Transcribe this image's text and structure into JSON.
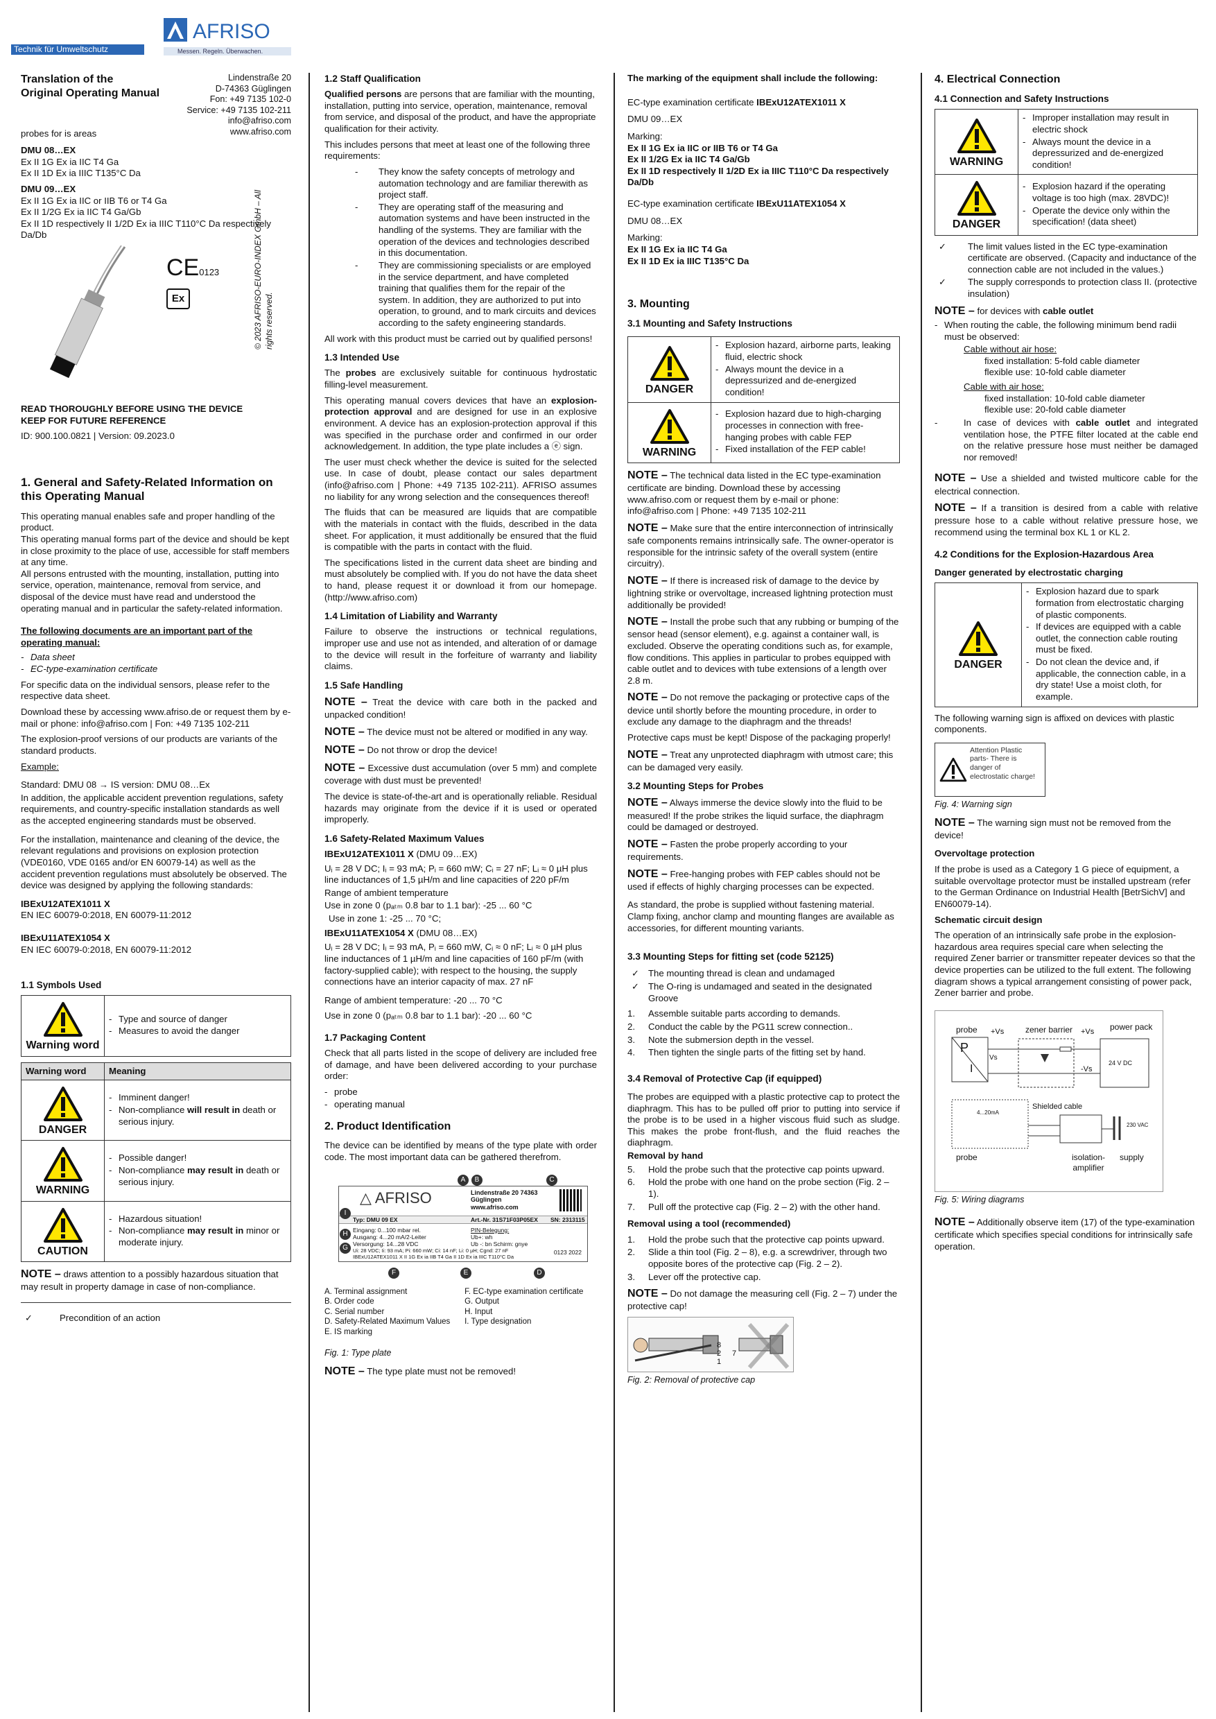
{
  "brand": {
    "name": "AFRISO",
    "tagline": "Technik für Umweltschutz",
    "slogan": "Messen. Regeln. Überwachen."
  },
  "c1": {
    "title1": "Translation of the",
    "title2": "Original Operating Manual",
    "addr": [
      "Lindenstraße 20",
      "D-74363 Güglingen",
      "Fon: +49 7135 102-0",
      "Service: +49 7135 102-211",
      "info@afriso.com",
      "www.afriso.com"
    ],
    "probes": "probes for is areas",
    "dmu08": "DMU 08…EX",
    "dmu08_l1": "Ex II 1G Ex ia IIC T4 Ga",
    "dmu08_l2": "Ex II 1D Ex ia IIIC T135°C Da",
    "dmu09": "DMU 09…EX",
    "dmu09_l1": "Ex II 1G Ex ia IIC or IIB T6 or T4 Ga",
    "dmu09_l2": "Ex II 1/2G Ex ia IIC T4 Ga/Gb",
    "dmu09_l3": "Ex II 1D respectively II 1/2D Ex ia IIIC T110°C Da respectively Da/Db",
    "ce": "CE",
    "ce_no": "0123",
    "ex": "Ex",
    "copyright": "© 2023 AFRISO-EURO-INDEX GmbH – All rights reserved.",
    "read1": "READ THOROUGHLY BEFORE USING THE DEVICE",
    "read2": "KEEP FOR FUTURE REFERENCE",
    "id": "ID: 900.100.0821 | Version: 09.2023.0",
    "h1": "1. General and Safety-Related Information on this Operating Manual",
    "p1": "This operating manual enables safe and proper handling of the product.",
    "p2": "This operating manual forms part of the device and should be kept in close proximity to the place of use, accessible for staff members at any time.",
    "p3": "All persons entrusted with the mounting, installation, putting into service, operation, maintenance, removal from service, and disposal of the device must have read and understood the operating manual and in particular the safety-related information.",
    "docs_a": "The following documents",
    "docs_b": " are an important part of the operating manual:",
    "doc1": "Data sheet",
    "doc2": "EC-type-examination certificate",
    "p4": "For specific data on the individual sensors, please refer to the respective data sheet.",
    "p5": "Download these by accessing www.afriso.de or request them by e-mail or phone: info@afriso.com | Fon:  +49 7135 102-211",
    "p6": "The explosion-proof versions of our products are variants of the standard products.",
    "example": "Example:",
    "standard": "Standard: DMU 08 → IS  version: DMU 08…Ex",
    "p7": "In addition, the applicable accident prevention regulations, safety requirements, and country-specific installation standards as well as the accepted engineering standards must be observed.",
    "p8": "For the installation, maintenance and cleaning of the device, the relevant regulations and provisions on explosion protection (VDE0160, VDE 0165 and/or EN 60079-14) as well as the accident prevention regulations must absolutely be observed. The device was designed by applying the following standards:",
    "s1": "IBExU12ATEX1011 X",
    "s1b": "EN IEC 60079-0:2018, EN 60079-11:2012",
    "s2": "IBExU11ATEX1054 X",
    "s2b": "EN IEC 60079-0:2018, EN 60079-11:2012",
    "h11": "1.1 Symbols Used",
    "ww": "Warning word",
    "ww_1": "Type and source of danger",
    "ww_2": "Measures to avoid the danger",
    "th1": "Warning word",
    "th2": "Meaning",
    "danger": "DANGER",
    "danger_1": "Imminent danger!",
    "danger_2a": "Non-compliance ",
    "danger_2b": "will result in",
    "danger_2c": " death or serious injury.",
    "warning": "WARNING",
    "warning_1": "Possible danger!",
    "warning_2a": "Non-compliance ",
    "warning_2b": "may result in",
    "warning_2c": " death or serious injury.",
    "caution": "CAUTION",
    "caution_1": "Hazardous situation!",
    "caution_2a": "Non-compliance ",
    "caution_2b": "may result in",
    "caution_2c": " minor or moderate injury.",
    "note_k": "NOTE –",
    "note": " draws attention to a possibly hazardous situation that may result in property damage in case of non-compliance.",
    "precond": "Precondition of an action"
  },
  "c2": {
    "h12": "1.2 Staff Qualification",
    "qa": "Qualified persons",
    "qb": " are persons that are familiar with the mounting, installation, putting into service, operation, maintenance, removal from service, and disposal of the product, and have the appropriate qualification for their activity.",
    "q2": "This includes persons that meet at least one of the following three requirements:",
    "r1": "They know the safety concepts of metrology and automation technology and are familiar therewith as project staff.",
    "r2": "They are operating staff of the measuring and automation systems and have been instructed in the handling of the systems. They are familiar with the operation of the devices and technologies described in this documentation.",
    "r3": "They are commissioning specialists or are employed in the service department, and have completed training that qualifies them for the repair of the system. In addition, they are authorized to put into operation, to ground, and to mark circuits and devices according to the safety engineering standards.",
    "q3": "All work with this product must be carried out by qualified persons!",
    "h13": "1.3 Intended Use",
    "i1a": "The ",
    "i1b": "probes",
    "i1c": " are exclusively suitable for continuous hydrostatic filling-level measurement.",
    "i2a": "This operating manual covers devices that have an ",
    "i2b": "explosion-protection approval",
    "i2c": " and are designed for use in an explosive environment. A device has an explosion-protection approval if this was specified in the purchase order and confirmed in our order acknowledgement. In addition, the type plate includes a ⓔ sign.",
    "i3": "The user must check whether the device is suited for the selected use. In case of doubt, please contact our sales department (info@afriso.com | Phone: +49 7135 102-211). AFRISO assumes no liability for any wrong selection and the consequences thereof!",
    "i4": "The fluids that can be measured are liquids that are compatible with the materials in contact with the fluids, described in the data sheet. For application, it must additionally be ensured that the fluid is compatible with the parts in contact with the fluid.",
    "i5": "The specifications listed in the current data sheet are binding and must absolutely be complied with. If you do not have the data sheet to hand, please request it or download it from our homepage. (http://www.afriso.com)",
    "h14": "1.4 Limitation of Liability and Warranty",
    "l1": "Failure to observe the instructions or technical regulations, improper use and use not as intended, and alteration of or damage to the device will result in the forfeiture of warranty and liability claims.",
    "h15": "1.5 Safe Handling",
    "nk": "NOTE –",
    "n1": " Treat the device with care both in the packed and unpacked condition!",
    "n2": " The device must not be altered or modified in any way.",
    "n3": " Do not throw or drop the device!",
    "n4": " Excessive dust accumulation (over 5 mm) and complete coverage with dust must be prevented!",
    "s1": "The device is state-of-the-art and is operationally reliable. Residual hazards may originate from the device if it is used or operated improperly.",
    "h16": "1.6 Safety-Related Maximum Values",
    "m1a": "IBExU12ATEX1011 X",
    "m1b": " (DMU 09…EX)",
    "m1c": "Uᵢ = 28 V DC; Iᵢ = 93 mA; Pᵢ = 660 mW; Cᵢ = 27 nF; Lᵢ ≈ 0 µH plus line inductances of 1,5 µH/m and line capacities of 220 pF/m",
    "m1d": "Range of ambient temperature",
    "m1e": "Use in zone 0 (pₐₜₘ 0.8 bar to 1.1 bar): -25 ... 60 °C",
    "m1f": "Use in zone 1: -25 ... 70 °C;",
    "m2a": "IBExU11ATEX1054 X",
    "m2b": " (DMU 08…EX)",
    "m2c": "Uᵢ = 28 V DC; Iᵢ = 93 mA, Pᵢ = 660 mW, Cᵢ ≈ 0 nF; Lᵢ ≈ 0 µH  plus line inductances of 1 µH/m and line capacities of 160 pF/m (with factory-supplied cable); with respect to the housing, the supply connections have an interior capacity of max. 27 nF",
    "m2d": "Range of ambient temperature: -20 ... 70 °C",
    "m2e": "Use in zone 0 (pₐₜₘ 0.8 bar to 1.1 bar): -20 ... 60 °C",
    "h17": "1.7 Packaging Content",
    "pk1": "Check that all parts listed in the scope of delivery are included free of damage, and have been delivered according to your purchase order:",
    "pk2": "probe",
    "pk3": "operating manual",
    "h2": "2. Product Identification",
    "pi1": "The device can be identified by means of the type plate with order code. The most important data can be gathered therefrom.",
    "tp": {
      "addr": "Lindenstraße 20 74363 Güglingen www.afriso.com",
      "typ": "Typ: DMU 09 EX",
      "art": "Art.-Nr. 31S71F03P05EX",
      "sn": "SN: 2313115",
      "l1": "Eingang:    0...100 mbar rel.",
      "l2": "Ausgang:    4...20 mA/2-Leiter",
      "l3": "Versorgung: 14...28 VDC",
      "l4": "Ui: 28 VDC; Ii: 93 mA; Pi: 660 mW; Ci: 14 nF; Li: 0 µH; Cgnd: 27 nF",
      "l5": "IBExU12ATEX1011 X  II 1G Ex ia IIB T4 Ga  II 1D Ex ia IIIC T110°C Da",
      "pin": "PIN-Belegung:",
      "p1": "Ub+: wh",
      "p2": "Ub -: bn   Schirm: gnye",
      "year": "0123  2022",
      "A": "A",
      "B": "B",
      "C": "C",
      "D": "D",
      "E": "E",
      "F": "F",
      "H": "H",
      "I": "I",
      "G": "G"
    },
    "legend": [
      [
        "A. Terminal assignment",
        "F. EC-type examination certificate"
      ],
      [
        "B. Order code",
        "G. Output"
      ],
      [
        "C. Serial number",
        "H. Input"
      ],
      [
        "D. Safety-Related Maximum Values",
        "I.  Type designation"
      ],
      [
        "E. IS marking",
        ""
      ]
    ],
    "fig1": "Fig. 1: Type plate",
    "n5": " The type plate must not be removed!"
  },
  "c3": {
    "mk": "The marking of the equipment shall include the following:",
    "ec1a": "EC-type examination certificate ",
    "ec1b": "IBExU12ATEX1011 X",
    "dmu09": "DMU 09…EX",
    "marking": "Marking:",
    "k1": "Ex II 1G Ex ia IIC or IIB T6 or T4 Ga",
    "k2": "Ex II 1/2G Ex ia IIC T4 Ga/Gb",
    "k3": "Ex II 1D respectively II 1/2D Ex ia IIIC T110°C Da respectively Da/Db",
    "ec2a": "EC-type examination certificate ",
    "ec2b": "IBExU11ATEX1054 X",
    "dmu08": "DMU 08…EX",
    "k4": "Ex II 1G Ex ia IIC T4 Ga",
    "k5": "Ex II 1D Ex ia IIIC T135°C Da",
    "h3": "3. Mounting",
    "h31": "3.1 Mounting and Safety Instructions",
    "danger": "DANGER",
    "d1": "Explosion hazard, airborne parts, leaking fluid, electric shock",
    "d2": "Always mount the device in a depressurized and de-energized condition!",
    "warning": "WARNING",
    "w1": "Explosion hazard due to high-charging processes in connection with free-hanging probes with cable FEP",
    "w2": "Fixed installation of the FEP cable!",
    "nk": "NOTE –",
    "n1": " The technical data listed in the EC type-examination certificate are binding. Download these by accessing www.afriso.com or request them by e-mail or phone: info@afriso.com | Phone: +49 7135 102-211",
    "n2": " Make sure that the entire interconnection of intrinsically safe components remains intrinsically safe. The owner-operator is responsible for the intrinsic safety of the overall system (entire circuitry).",
    "n3": " If there is increased risk of damage to the device by lightning strike or overvoltage, increased lightning protection must additionally be provided!",
    "n4": " Install the probe such that any rubbing or bumping of the sensor head (sensor element), e.g. against a container wall, is excluded. Observe the operating conditions such as, for example, flow conditions. This applies in particular to probes equipped with cable outlet and to devices with tube extensions of a length over 2.8 m.",
    "n5": " Do not remove the packaging or protective caps of the device until shortly before the mounting procedure, in order to exclude any damage to the diaphragm and the threads!",
    "pc": "Protective caps must be kept! Dispose of the packaging properly!",
    "n6": " Treat any unprotected diaphragm with utmost care; this can be damaged very easily.",
    "h32": "3.2 Mounting Steps for Probes",
    "n7": " Always immerse the device slowly into the fluid to be measured! If the probe strikes the liquid surface, the diaphragm could be damaged or destroyed.",
    "n8": " Fasten the probe properly according to your requirements.",
    "n9": " Free-hanging probes with FEP cables should not be used if effects of highly charging processes can be expected.",
    "std": "As standard, the probe is supplied without fastening material. Clamp fixing, anchor clamp and mounting flanges are available as accessories, for different mounting variants.",
    "h33": "3.3 Mounting Steps for fitting set (code 52125)",
    "c1": "The mounting thread is clean and undamaged",
    "c2": "The O-ring is undamaged and seated in the designated Groove",
    "s1": "Assemble suitable parts according to demands.",
    "s2": "Conduct the cable by the PG11 screw connection..",
    "s3": "Note the submersion depth in the vessel.",
    "s4": "Then tighten the single parts of the fitting set by hand.",
    "h34": "3.4 Removal of Protective Cap (if equipped)",
    "r1": "The probes are equipped with a plastic protective cap to protect the diaphragm. This has to be pulled off prior to putting into service if the probe is to be used in a higher viscous fluid such as sludge. This makes the probe front-flush, and the fluid reaches the diaphragm.",
    "rbh": "Removal by hand",
    "r5": "Hold the probe such that the protective cap points upward.",
    "r6": "Hold the probe with one hand on the probe section (Fig. 2 – 1).",
    "r7": "Pull off the protective cap (Fig. 2 – 2) with the other hand.",
    "rtool": "Removal using a tool (recommended)",
    "t1": "Hold the probe such that the protective cap points upward.",
    "t2": "Slide a thin tool (Fig. 2 – 8), e.g. a screwdriver, through two opposite bores of the protective cap (Fig. 2 – 2).",
    "t3": "Lever off the protective cap.",
    "n10": " Do not damage the measuring cell (Fig. 2 – 7) under the protective cap!",
    "fig2": "Fig. 2: Removal of protective cap",
    "f8": "8",
    "f2": "2",
    "f1": "1",
    "f7": "7"
  },
  "c4": {
    "h4": "4. Electrical Connection",
    "h41": "4.1 Connection and Safety Instructions",
    "warning": "WARNING",
    "w1": "Improper installation may result in electric shock",
    "w2": "Always mount the device in a depressurized and de-energized condition!",
    "danger": "DANGER",
    "d1": "Explosion hazard if the operating voltage is too high (max. 28VDC)!",
    "d2": "Operate the device only within the specification! (data sheet)",
    "k1": "The limit values listed in the EC type-examination certificate are observed. (Capacity and inductance of the connection cable are not included in the values.)",
    "k2": "The supply corresponds to protection class II. (protective insulation)",
    "nk": "NOTE –",
    "n1a": " for devices with ",
    "n1b": "cable outlet",
    "bend": "When routing the cable, the following minimum bend radii must be observed:",
    "nah": "Cable without air hose:",
    "nah1": "fixed installation: 5-fold cable diameter",
    "nah2": "flexible use: 10-fold cable diameter",
    "wah": "Cable with air hose:",
    "wah1": "fixed installation: 10-fold cable diameter",
    "wah2": "flexible use: 20-fold cable diameter",
    "co_a": "In case of devices with ",
    "co_b": "cable outlet",
    "co_c": " and integrated ventilation hose, the PTFE filter located at the cable end on the relative pressure hose must neither be damaged nor removed!",
    "n2": " Use a shielded and twisted multicore cable for the electrical connection.",
    "n3": " If a transition is desired from a cable with relative pressure hose to a cable without relative pressure hose, we recommend using the terminal box KL 1 or KL 2.",
    "h42": "4.2 Conditions for the Explosion-Hazardous Area",
    "esd": "Danger generated by electrostatic charging",
    "danger2": "DANGER",
    "e1": "Explosion hazard due to spark formation from electrostatic charging of plastic components.",
    "e2": "If devices are equipped with a cable outlet, the connection cable routing must be fixed.",
    "e3": "Do not clean the device and, if applicable, the connection cable, in a dry state! Use a moist cloth, for example.",
    "sign": "The following warning sign is affixed on devices with plastic components.",
    "att": "Attention Plastic parts- There is danger of electrostatic charge!",
    "fig4": "Fig. 4: Warning sign",
    "n4": " The warning sign must not be removed from the device!",
    "ovh": "Overvoltage protection",
    "ov": "If the probe is used as a Category 1 G piece of equipment, a suitable overvoltage protector must be installed upstream (refer to the German Ordinance on Industrial Health [BetrSichV] and EN60079-14).",
    "sch": "Schematic circuit design",
    "sc": "The operation of an intrinsically safe probe in the explosion-hazardous area requires special care when selecting the required Zener barrier or transmitter repeater devices so that the device properties can be utilized to the full extent. The following diagram shows a typical arrangement consisting of power pack, Zener barrier and probe.",
    "wd": {
      "probe": "probe",
      "zb": "zener barrier",
      "pp": "power pack",
      "vs": "+Vs",
      "vs2": "+Vs",
      "mvs": "-Vs",
      "v24": "24 V DC",
      "P": "P",
      "I": "I",
      "Vs": "Vs",
      "shield": "Shielded cable",
      "ma": "4...20mA",
      "probe2": "probe",
      "iso": "isolation-amplifier",
      "supply": "supply",
      "v230": "230 VAC"
    },
    "fig5": "Fig. 5: Wiring diagrams",
    "n5": " Additionally observe item (17) of the type-examination certificate which specifies special conditions for intrinsically safe operation."
  }
}
